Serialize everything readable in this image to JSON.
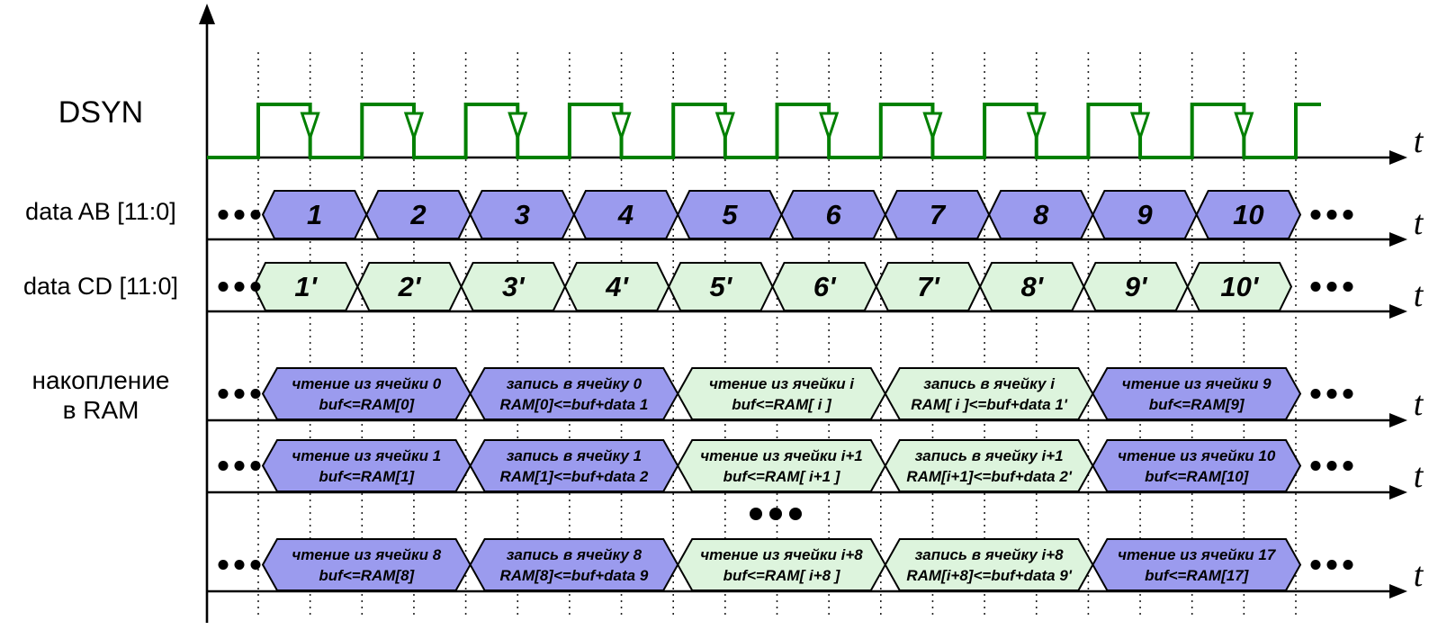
{
  "labels": {
    "dsyn": "DSYN",
    "data_ab": "data AB [11:0]",
    "data_cd": "data CD [11:0]",
    "ram_line1": "накопление",
    "ram_line2": "в RAM",
    "time_axis": "t"
  },
  "colors": {
    "clock": "#008000",
    "purple": "#9b9bee",
    "green": "#ddf4dd",
    "line": "#000000"
  },
  "data_ab_values": [
    "1",
    "2",
    "3",
    "4",
    "5",
    "6",
    "7",
    "8",
    "9",
    "10"
  ],
  "data_cd_values": [
    "1'",
    "2'",
    "3'",
    "4'",
    "5'",
    "6'",
    "7'",
    "8'",
    "9'",
    "10'"
  ],
  "ram_rows": [
    [
      {
        "l1": "чтение из ячейки 0",
        "l2": "buf<=RAM[0]",
        "c": "purple"
      },
      {
        "l1": "запись в ячейку 0",
        "l2": "RAM[0]<=buf+data 1",
        "c": "purple"
      },
      {
        "l1": "чтение из ячейки i",
        "l2": "buf<=RAM[ i ]",
        "c": "green"
      },
      {
        "l1": "запись в ячейку i",
        "l2": "RAM[ i ]<=buf+data 1'",
        "c": "green"
      },
      {
        "l1": "чтение из ячейки 9",
        "l2": "buf<=RAM[9]",
        "c": "purple"
      }
    ],
    [
      {
        "l1": "чтение из ячейки 1",
        "l2": "buf<=RAM[1]",
        "c": "purple"
      },
      {
        "l1": "запись в ячейку 1",
        "l2": "RAM[1]<=buf+data 2",
        "c": "purple"
      },
      {
        "l1": "чтение из ячейки i+1",
        "l2": "buf<=RAM[ i+1 ]",
        "c": "green"
      },
      {
        "l1": "запись в ячейку i+1",
        "l2": "RAM[i+1]<=buf+data 2'",
        "c": "green"
      },
      {
        "l1": "чтение из ячейки 10",
        "l2": "buf<=RAM[10]",
        "c": "purple"
      }
    ],
    [
      {
        "l1": "чтение из ячейки 8",
        "l2": "buf<=RAM[8]",
        "c": "purple"
      },
      {
        "l1": "запись в ячейку 8",
        "l2": "RAM[8]<=buf+data 9",
        "c": "purple"
      },
      {
        "l1": "чтение из ячейки i+8",
        "l2": "buf<=RAM[ i+8 ]",
        "c": "green"
      },
      {
        "l1": "запись в ячейку i+8",
        "l2": "RAM[i+8]<=buf+data 9'",
        "c": "green"
      },
      {
        "l1": "чтение из ячейки 17",
        "l2": "buf<=RAM[17]",
        "c": "purple"
      }
    ]
  ]
}
